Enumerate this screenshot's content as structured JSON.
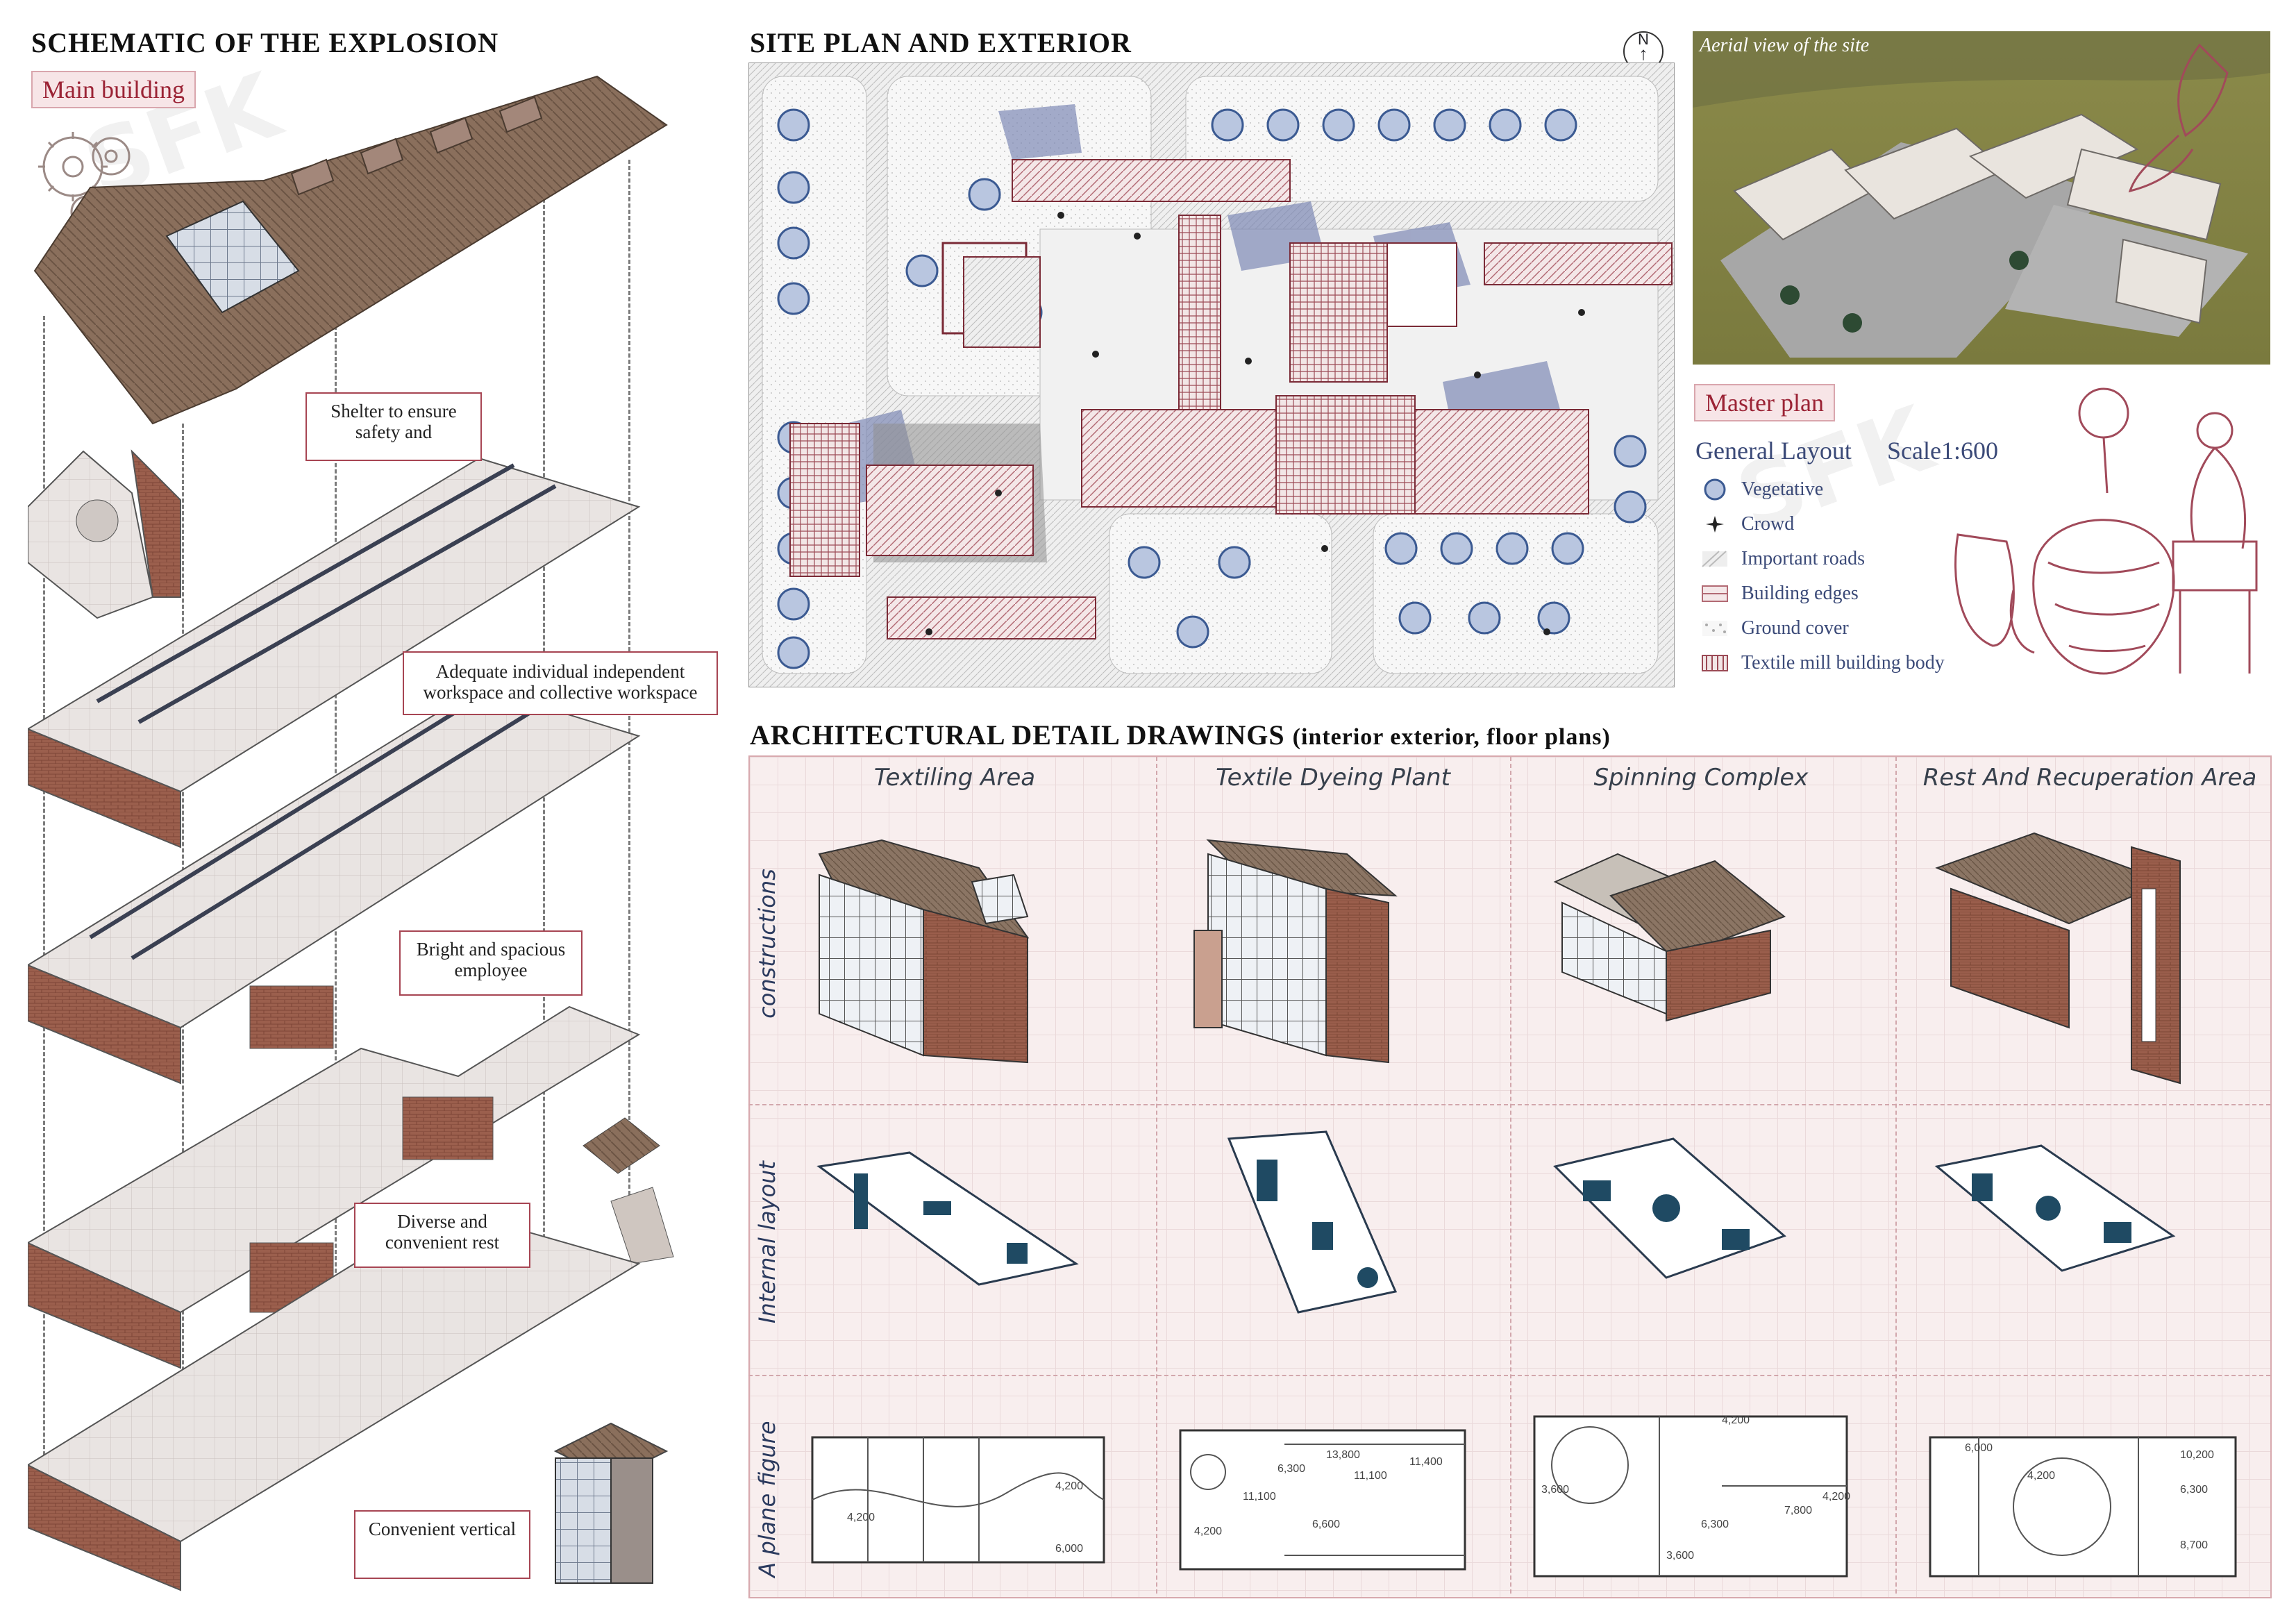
{
  "left": {
    "title": "SCHEMATIC OF THE EXPLOSION",
    "tag": "Main building",
    "callouts": {
      "shelter": "Shelter to ensure safety and",
      "workspace": "Adequate individual independent workspace and collective workspace",
      "bright": "Bright and spacious employee",
      "rest": "Diverse and convenient rest",
      "vertical": "Convenient vertical"
    }
  },
  "site": {
    "title": "SITE PLAN AND EXTERIOR",
    "north": "N"
  },
  "aerial": {
    "caption": "Aerial view of the site"
  },
  "master": {
    "tag": "Master plan",
    "layout": "General Layout",
    "scale": "Scale1:600",
    "legend": [
      {
        "icon": "tree-icon",
        "label": "Vegetative"
      },
      {
        "icon": "crowd-icon",
        "label": "Crowd"
      },
      {
        "icon": "road-icon",
        "label": "Important roads"
      },
      {
        "icon": "building-edge-icon",
        "label": "Building edges"
      },
      {
        "icon": "ground-cover-icon",
        "label": "Ground cover"
      },
      {
        "icon": "mill-icon",
        "label": "Textile mill building body"
      }
    ]
  },
  "details": {
    "title": "ARCHITECTURAL DETAIL DRAWINGS",
    "subtitle": "(interior exterior, floor plans)",
    "columns": [
      "Textiling Area",
      "Textile Dyeing Plant",
      "Spinning Complex",
      "Rest And Recuperation Area"
    ],
    "rows": [
      "constructions",
      "Internal layout",
      "A plane figure"
    ],
    "plan_dims": {
      "textiling": [
        "4,200",
        "4,200",
        "6,000"
      ],
      "dyeing": [
        "13,800",
        "6,300",
        "11,100",
        "11,100",
        "11,400",
        "4,200",
        "6,600"
      ],
      "spinning": [
        "4,200",
        "3,600",
        "6,300",
        "7,800",
        "4,200",
        "3,600"
      ],
      "rest": [
        "10,200",
        "6,000",
        "4,200",
        "6,300",
        "8,700"
      ]
    }
  },
  "colors": {
    "accent": "#9b2335",
    "blue": "#3b4a78",
    "brick": "#8e5a4a",
    "roof": "#7a6a5a"
  }
}
